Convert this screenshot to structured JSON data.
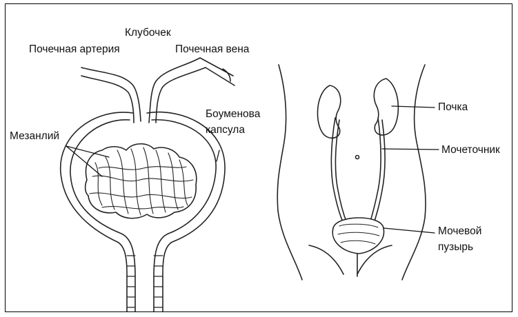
{
  "diagram": {
    "left": {
      "labels": {
        "glomerulus": "Клубочек",
        "renal_artery": "Почечная артерия",
        "renal_vein": "Почечная вена",
        "bowman_line1": "Боуменова",
        "bowman_line2": "капсула",
        "mesangium": "Мезанлий"
      }
    },
    "right": {
      "labels": {
        "kidney": "Почка",
        "ureter": "Мочеточник",
        "bladder_line1": "Мочевой",
        "bladder_line2": "пузырь"
      }
    },
    "colors": {
      "ink": "#111111",
      "fill": "#ffffff"
    }
  }
}
